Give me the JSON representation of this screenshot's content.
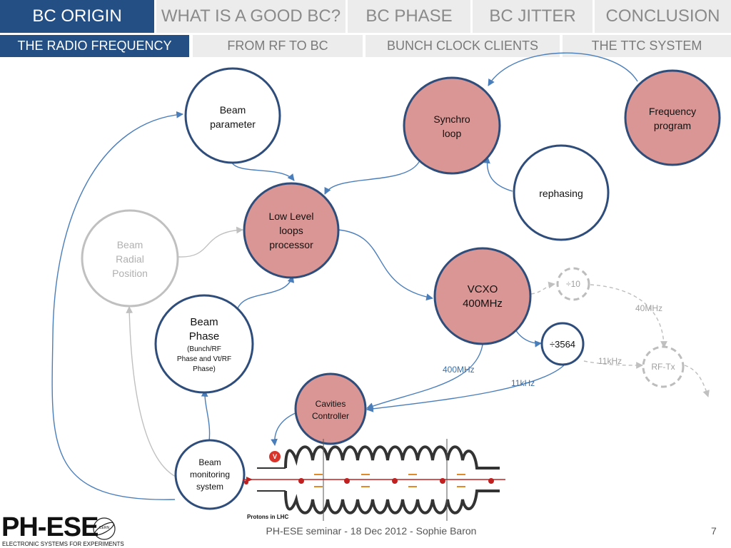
{
  "nav": {
    "tabs": [
      {
        "label": "BC ORIGIN",
        "active": true
      },
      {
        "label": "WHAT IS A GOOD BC?",
        "active": false
      },
      {
        "label": "BC PHASE",
        "active": false
      },
      {
        "label": "BC JITTER",
        "active": false
      },
      {
        "label": "CONCLUSION",
        "active": false
      }
    ],
    "subtabs": [
      {
        "label": "THE RADIO FREQUENCY",
        "active": true
      },
      {
        "label": "FROM RF TO BC",
        "active": false
      },
      {
        "label": "BUNCH CLOCK CLIENTS",
        "active": false
      },
      {
        "label": "THE TTC SYSTEM",
        "active": false
      }
    ]
  },
  "diagram": {
    "colors": {
      "node_border": "#2f4d7a",
      "node_fill_highlight": "#d99694",
      "edge": "#4a7ebb",
      "faded": "#c0c0c0"
    },
    "nodes": {
      "beam_parameter": "Beam\nparameter",
      "low_level": "Low Level\nloops\nprocessor",
      "beam_radial": "Beam\nRadial\nPosition",
      "synchro_loop": "Synchro\nloop",
      "frequency_program": "Frequency\nprogram",
      "rephasing": "rephasing",
      "vcxo": "VCXO\n400MHz",
      "div10": "÷10",
      "div3564": "÷3564",
      "rf_tx": "RF-Tx",
      "beam_phase_title": "Beam\nPhase",
      "beam_phase_detail": "(Bunch/RF\nPhase and Vt/RF\nPhase)",
      "cavities_controller": "Cavities\nController",
      "beam_monitoring": "Beam\nmonitoring\nsystem"
    },
    "edge_labels": {
      "f40mhz": "40MHz",
      "f400mhz": "400MHz",
      "f11khz_blue": "11kHz",
      "f11khz_grey": "11kHz"
    },
    "lhc_caption": "Protons in LHC",
    "lhc_v_marker": "V"
  },
  "footer": {
    "text": "PH-ESE seminar - 18 Dec 2012 - Sophie Baron",
    "page_number": "7",
    "logo_main": "PH-ESE",
    "logo_sub": "ELECTRONIC SYSTEMS FOR EXPERIMENTS",
    "cern_mark": "CERN"
  }
}
